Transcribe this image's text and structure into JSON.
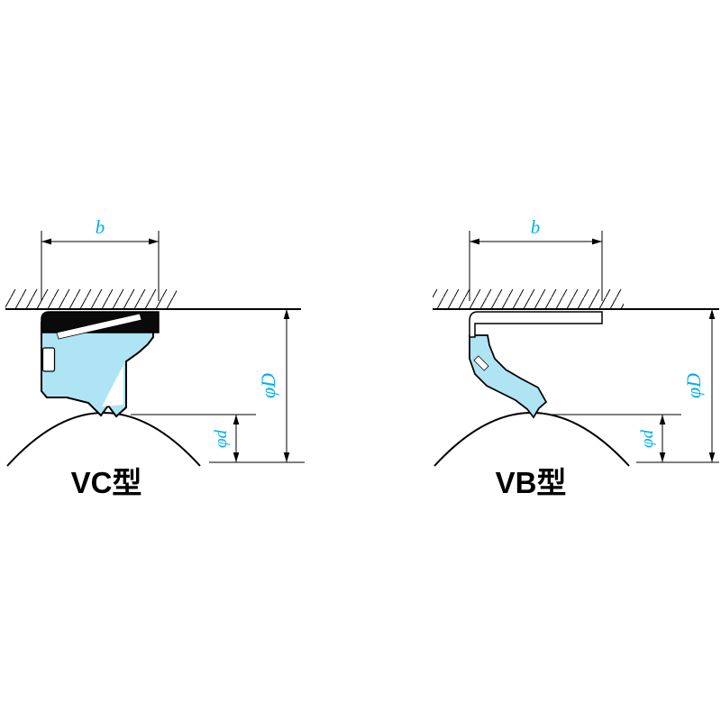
{
  "page": {
    "background": "#ffffff",
    "description": "Oil seal cross-section technical drawing, VC type and VB type"
  },
  "colors": {
    "seal_fill": "#aee4f4",
    "dim_text": "#00aeef",
    "line": "#000000"
  },
  "diagrams": [
    {
      "id": "vc",
      "type_label": "VC型",
      "width_dim": "b",
      "outer_dim": "φD",
      "inner_dim": "φd"
    },
    {
      "id": "vb",
      "type_label": "VB型",
      "width_dim": "b",
      "outer_dim": "φD",
      "inner_dim": "φd"
    }
  ]
}
